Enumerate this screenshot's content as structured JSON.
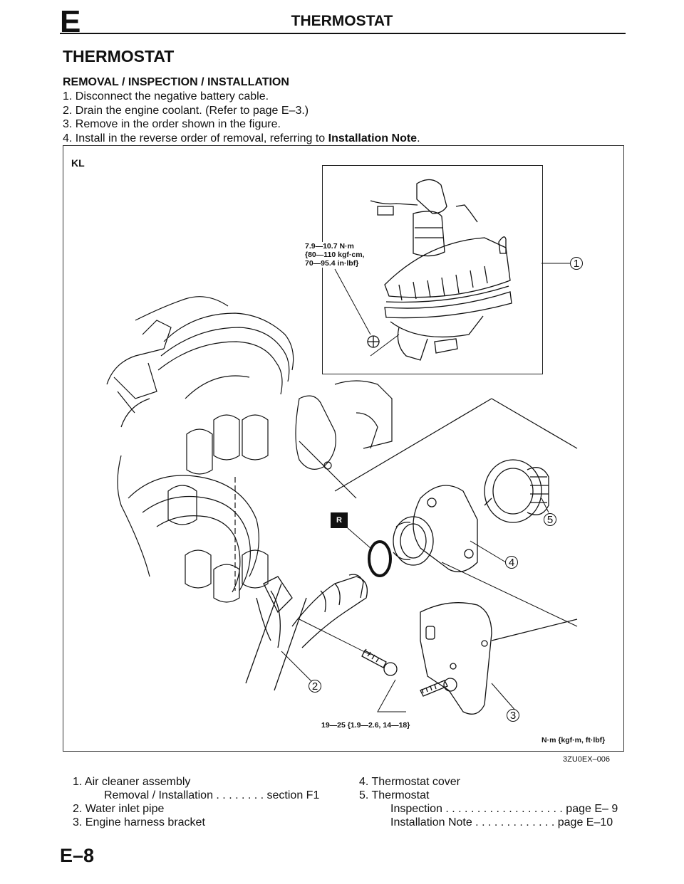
{
  "header": {
    "section_letter": "E",
    "title": "THERMOSTAT"
  },
  "main_title": "THERMOSTAT",
  "subtitle": "REMOVAL / INSPECTION / INSTALLATION",
  "steps": [
    {
      "num": "1.",
      "text": "Disconnect the negative battery cable."
    },
    {
      "num": "2.",
      "text": "Drain the engine coolant. (Refer to page E–3.)"
    },
    {
      "num": "3.",
      "text": "Remove in the order shown in the figure."
    },
    {
      "num": "4.",
      "text": "Install in the reverse order of removal, referring to ",
      "bold": "Installation Note",
      "end": "."
    }
  ],
  "figure": {
    "tag": "KL",
    "torque_upper": [
      "7.9—10.7 N·m",
      "{80—110 kgf·cm,",
      "70—95.4 in·lbf}"
    ],
    "torque_lower": "19—25 {1.9—2.6, 14—18}",
    "units": "N·m {kgf·m, ft·lbf}",
    "replace_badge": "R",
    "callouts": [
      "1",
      "2",
      "3",
      "4",
      "5"
    ],
    "code": "3ZU0EX–006"
  },
  "legend_left": [
    {
      "line": "1.  Air cleaner assembly"
    },
    {
      "line": "Removal / Installation . . . . . . . .  section F1"
    },
    {
      "line": "2.  Water inlet pipe"
    },
    {
      "line": "3.  Engine harness bracket"
    }
  ],
  "legend_right": [
    {
      "line": "4.  Thermostat cover"
    },
    {
      "line": "5.  Thermostat"
    },
    {
      "line": "Inspection . . . . . . . . . . . . . . . . . . .  page E– 9"
    },
    {
      "line": "Installation Note  . . . . . . . . . . . . .  page E–10"
    }
  ],
  "page_number": "E–8"
}
